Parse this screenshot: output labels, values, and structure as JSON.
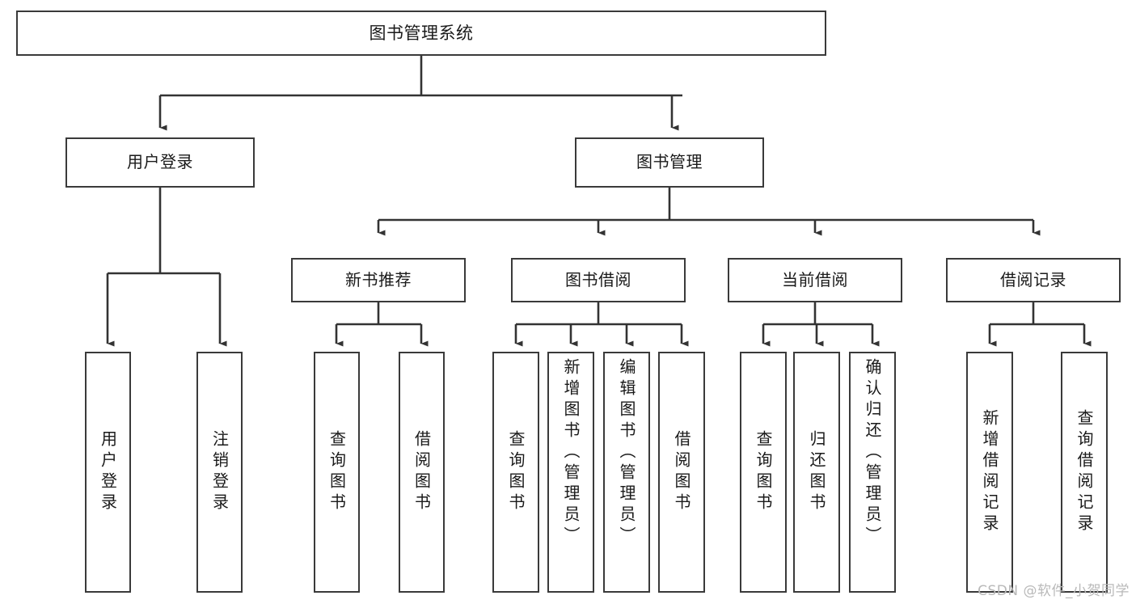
{
  "diagram": {
    "title": "图书管理系统",
    "type": "tree-hierarchy",
    "root": {
      "id": "root",
      "label": "图书管理系统"
    },
    "level1": [
      {
        "id": "user-login",
        "label": "用户登录"
      },
      {
        "id": "book-manage",
        "label": "图书管理"
      }
    ],
    "level2": [
      {
        "id": "new-book-recommend",
        "label": "新书推荐",
        "parent": "book-manage"
      },
      {
        "id": "book-borrow",
        "label": "图书借阅",
        "parent": "book-manage"
      },
      {
        "id": "current-borrow",
        "label": "当前借阅",
        "parent": "book-manage"
      },
      {
        "id": "borrow-record",
        "label": "借阅记录",
        "parent": "book-manage"
      }
    ],
    "leaves": [
      {
        "id": "leaf-user-login",
        "label": "用户登录",
        "parent": "user-login"
      },
      {
        "id": "leaf-logout-login",
        "label": "注销登录",
        "parent": "user-login"
      },
      {
        "id": "leaf-query-book-1",
        "label": "查询图书",
        "parent": "new-book-recommend"
      },
      {
        "id": "leaf-borrow-book-1",
        "label": "借阅图书",
        "parent": "new-book-recommend"
      },
      {
        "id": "leaf-query-book-2",
        "label": "查询图书",
        "parent": "book-borrow"
      },
      {
        "id": "leaf-add-book",
        "label": "新增图书（管理员）",
        "parent": "book-borrow"
      },
      {
        "id": "leaf-edit-book",
        "label": "编辑图书（管理员）",
        "parent": "book-borrow"
      },
      {
        "id": "leaf-borrow-book-2",
        "label": "借阅图书",
        "parent": "book-borrow"
      },
      {
        "id": "leaf-query-book-3",
        "label": "查询图书",
        "parent": "current-borrow"
      },
      {
        "id": "leaf-return-book",
        "label": "归还图书",
        "parent": "current-borrow"
      },
      {
        "id": "leaf-confirm-return",
        "label": "确认归还（管理员）",
        "parent": "current-borrow"
      },
      {
        "id": "leaf-add-record",
        "label": "新增借阅记录",
        "parent": "borrow-record"
      },
      {
        "id": "leaf-query-record",
        "label": "查询借阅记录",
        "parent": "borrow-record"
      }
    ]
  },
  "watermark": {
    "text": "CSDN @软件_小贺同学"
  },
  "colors": {
    "box_border": "#3a3a3a",
    "box_fill": "#ffffff",
    "edge": "#333333",
    "text": "#1a1a1a",
    "watermark": "#b9b9b9",
    "background": "#ffffff"
  }
}
